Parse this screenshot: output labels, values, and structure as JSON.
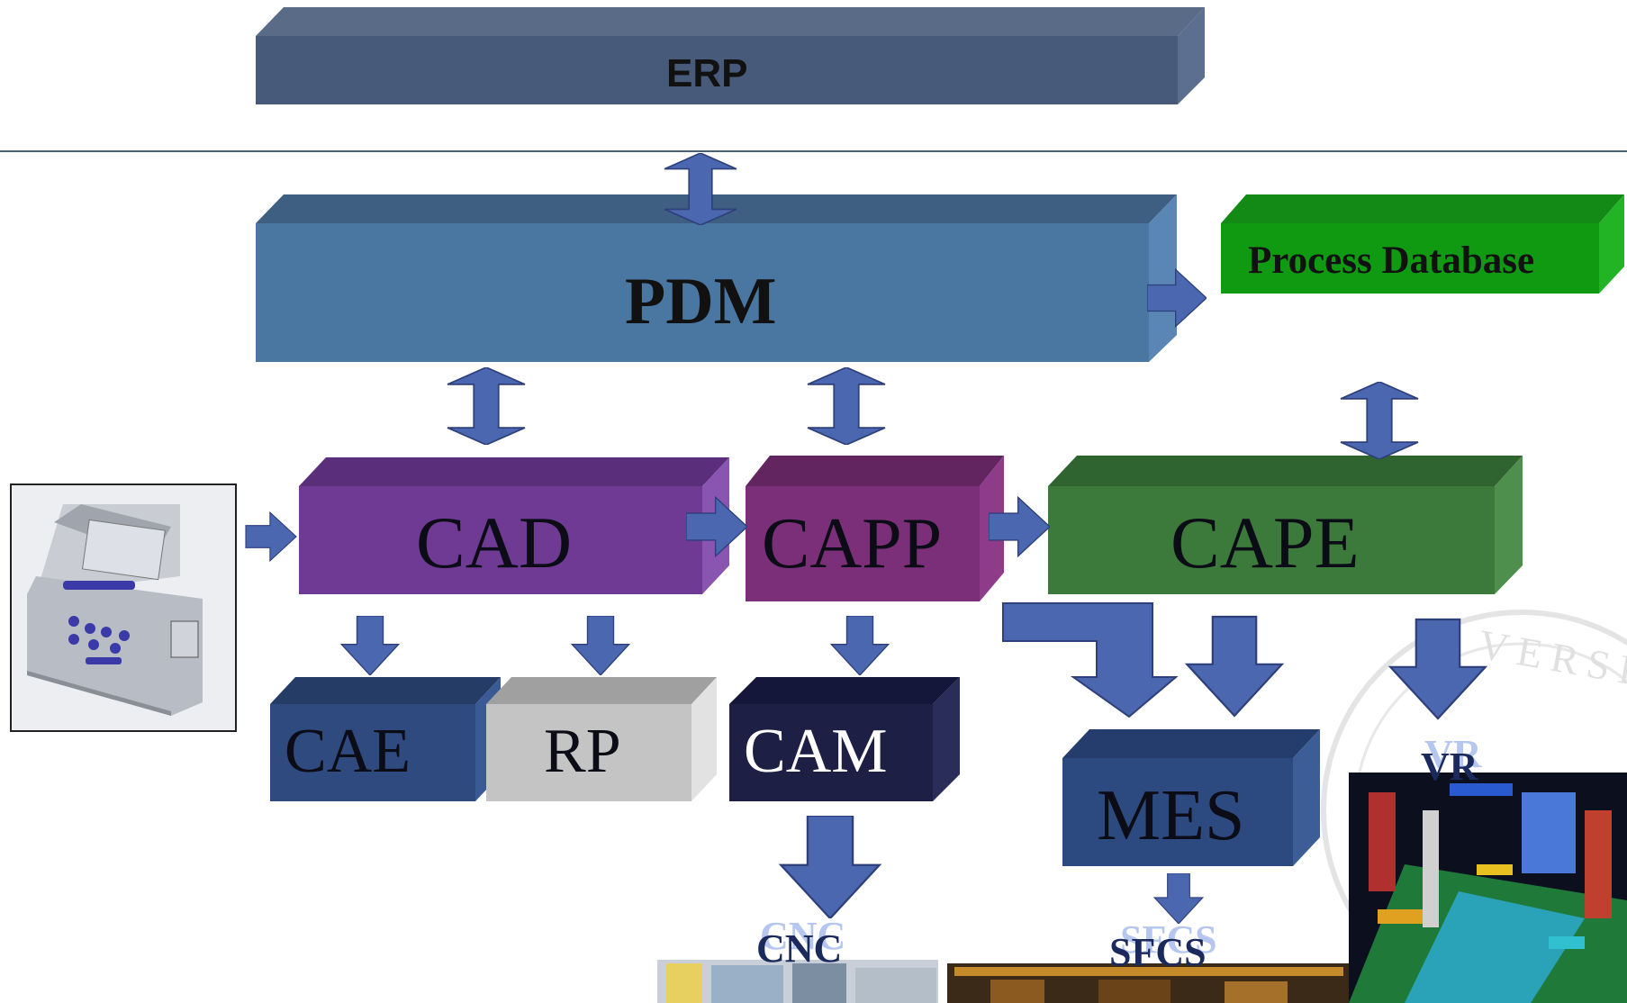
{
  "boxes": {
    "erp": "ERP",
    "pdm": "PDM",
    "process_database": "Process Database",
    "cad": "CAD",
    "capp": "CAPP",
    "cape": "CAPE",
    "cae": "CAE",
    "rp": "RP",
    "cam": "CAM",
    "mes": "MES"
  },
  "outputs": {
    "cnc": "CNC",
    "sfcs": "SFCS",
    "vr": "VR"
  },
  "watermark": {
    "text": "VERSIT"
  },
  "colors": {
    "erp": "#475a79",
    "pdm": "#4a77a1",
    "process_database": "#0f9a12",
    "cad": "#6e3a94",
    "capp": "#7b2f78",
    "cape": "#3c7a3c",
    "cae": "#2e4a7e",
    "rp": "#c4c4c4",
    "cam": "#1d1f44",
    "mes": "#2d4a80",
    "arrow": "#4a67b0",
    "divider": "#4a5f7a"
  }
}
